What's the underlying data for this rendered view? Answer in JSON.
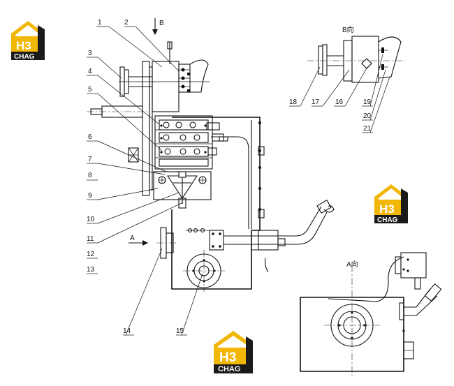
{
  "views": {
    "arrow_b": "B",
    "arrow_a": "A",
    "view_b_title": "B向",
    "view_a_title": "A向"
  },
  "callouts": {
    "n1": "1",
    "n2": "2",
    "n3": "3",
    "n4": "4",
    "n5": "5",
    "n6": "6",
    "n7": "7",
    "n8": "8",
    "n9": "9",
    "n10": "10",
    "n11": "11",
    "n12": "12",
    "n13": "13",
    "n14": "14",
    "n15": "15",
    "n16": "16",
    "n17": "17",
    "n18": "18",
    "n19": "19",
    "n20": "20",
    "n21": "21"
  },
  "watermark": {
    "letters": "H3",
    "word": "CHAG",
    "colors": {
      "gold": "#f2b705",
      "dark": "#1a1a1a",
      "white": "#ffffff"
    }
  }
}
